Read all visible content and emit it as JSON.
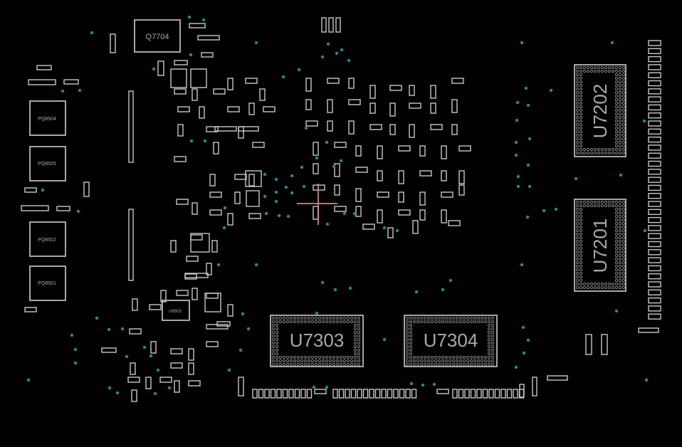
{
  "board": {
    "background": "#000000",
    "silkscreen_color": "#c8c8c8",
    "via_color": "#1b8e8e",
    "cursor_color": "#d98c8c"
  },
  "components": {
    "q7704": "Q7704",
    "u7202": "U7202",
    "u7201": "U7201",
    "u7303": "U7303",
    "u7304": "U7304",
    "pq8504": "PQ8504",
    "pq8505": "PQ8505",
    "pq8502": "PQ8502",
    "pq8501": "PQ8501",
    "u8503": "U8503"
  }
}
